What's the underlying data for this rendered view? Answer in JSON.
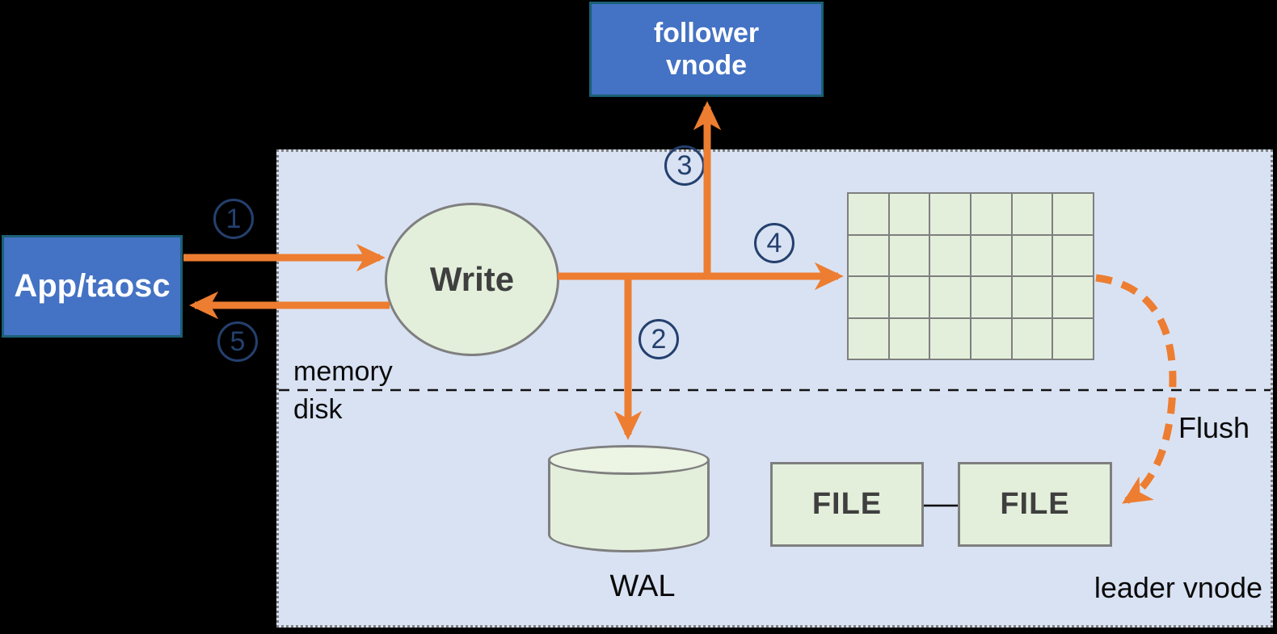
{
  "diagram": {
    "nodes": {
      "follower_vnode": {
        "line1": "follower",
        "line2": "vnode"
      },
      "app_taosc": {
        "label": "App/taosc"
      },
      "write": {
        "label": "Write"
      },
      "wal": {
        "label": "WAL"
      },
      "file1": {
        "label": "FILE"
      },
      "file2": {
        "label": "FILE"
      }
    },
    "labels": {
      "memory": "memory",
      "disk": "disk",
      "flush": "Flush",
      "leader_vnode": "leader vnode"
    },
    "steps": {
      "s1": "1",
      "s2": "2",
      "s3": "3",
      "s4": "4",
      "s5": "5"
    },
    "grid": {
      "rows": 4,
      "cols": 6
    },
    "colors": {
      "node_blue_fill": "#4472C4",
      "node_blue_border": "#1A6075",
      "node_green_fill": "#E3EFDB",
      "container_fill": "#D9E2F3",
      "arrow_orange": "#ED7D31",
      "step_navy": "#24406E",
      "shape_border_gray": "#7F7F7F"
    }
  }
}
